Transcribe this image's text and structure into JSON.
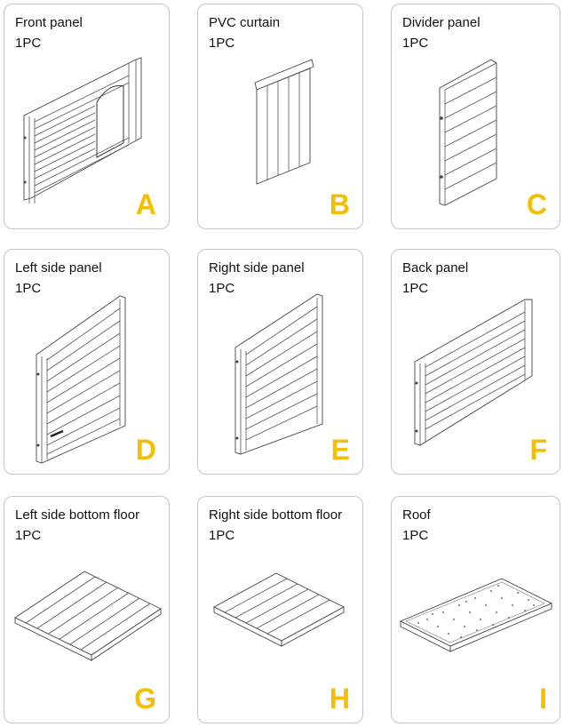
{
  "accent_color": "#F5BE00",
  "parts": [
    {
      "name": "Front panel",
      "qty": "1PC",
      "letter": "A"
    },
    {
      "name": "PVC curtain",
      "qty": "1PC",
      "letter": "B"
    },
    {
      "name": "Divider panel",
      "qty": "1PC",
      "letter": "C"
    },
    {
      "name": "Left side panel",
      "qty": "1PC",
      "letter": "D"
    },
    {
      "name": "Right side panel",
      "qty": "1PC",
      "letter": "E"
    },
    {
      "name": "Back panel",
      "qty": "1PC",
      "letter": "F"
    },
    {
      "name": "Left side bottom floor",
      "qty": "1PC",
      "letter": "G"
    },
    {
      "name": "Right side bottom floor",
      "qty": "1PC",
      "letter": "H"
    },
    {
      "name": "Roof",
      "qty": "1PC",
      "letter": "I"
    }
  ]
}
